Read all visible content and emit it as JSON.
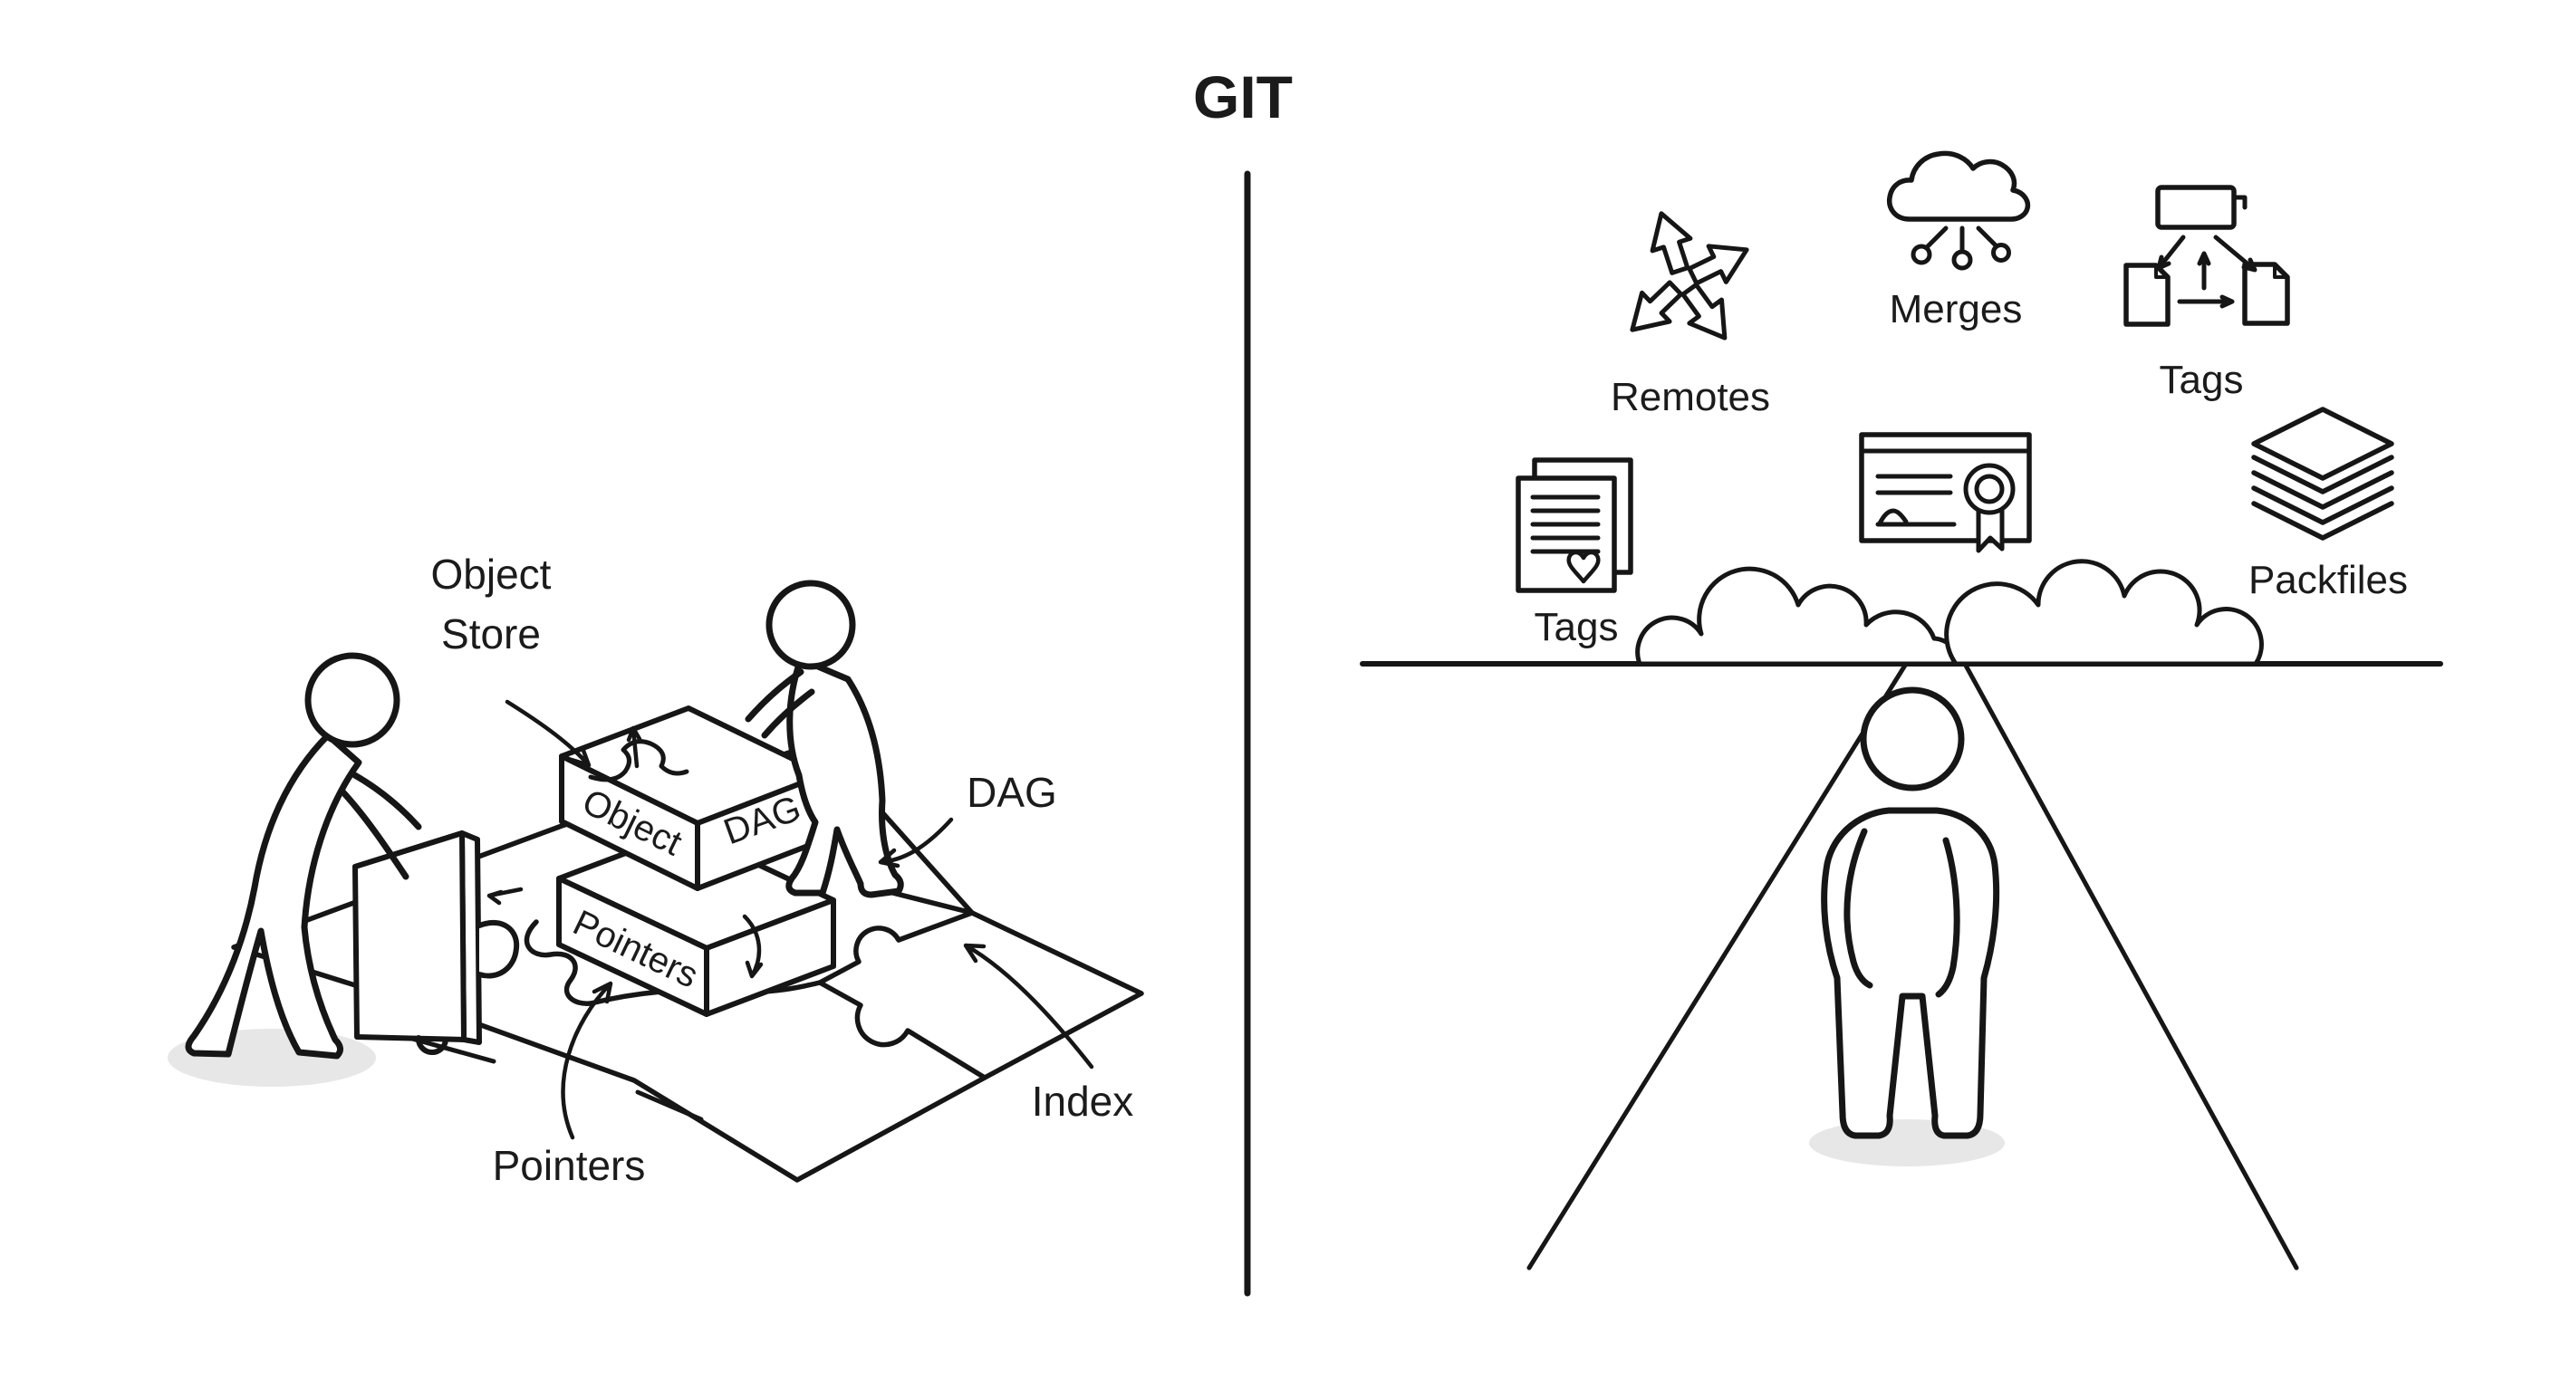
{
  "title": "GIT",
  "colors": {
    "ink": "#161616",
    "background": "#ffffff",
    "shadow": "#e7e7e7"
  },
  "left_scene": {
    "labels": {
      "object_store_line1": "Object",
      "object_store_line2": "Store",
      "dag": "DAG",
      "pointers": "Pointers",
      "index": "Index"
    },
    "box_faces": {
      "top_left": "Object",
      "top_right": "DAG",
      "bottom": "Pointers"
    }
  },
  "right_scene": {
    "labels": {
      "remotes": "Remotes",
      "merges": "Merges",
      "tags_top": "Tags",
      "tags_docs": "Tags",
      "packfiles": "Packfiles"
    }
  }
}
